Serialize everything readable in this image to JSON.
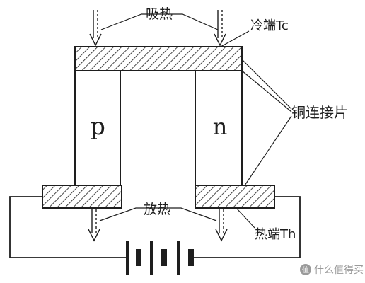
{
  "labels": {
    "absorb_heat": "吸热",
    "cold_end": "冷端Tc",
    "copper_connector": "铜连接片",
    "release_heat": "放热",
    "hot_end": "热端Th",
    "p_leg": "p",
    "n_leg": "n"
  },
  "watermark": {
    "icon": "watermark-logo-icon",
    "text": "什么值得买"
  },
  "colors": {
    "line": "#1e1e1e",
    "background": "#ffffff",
    "watermark": "#9a9a9a"
  }
}
